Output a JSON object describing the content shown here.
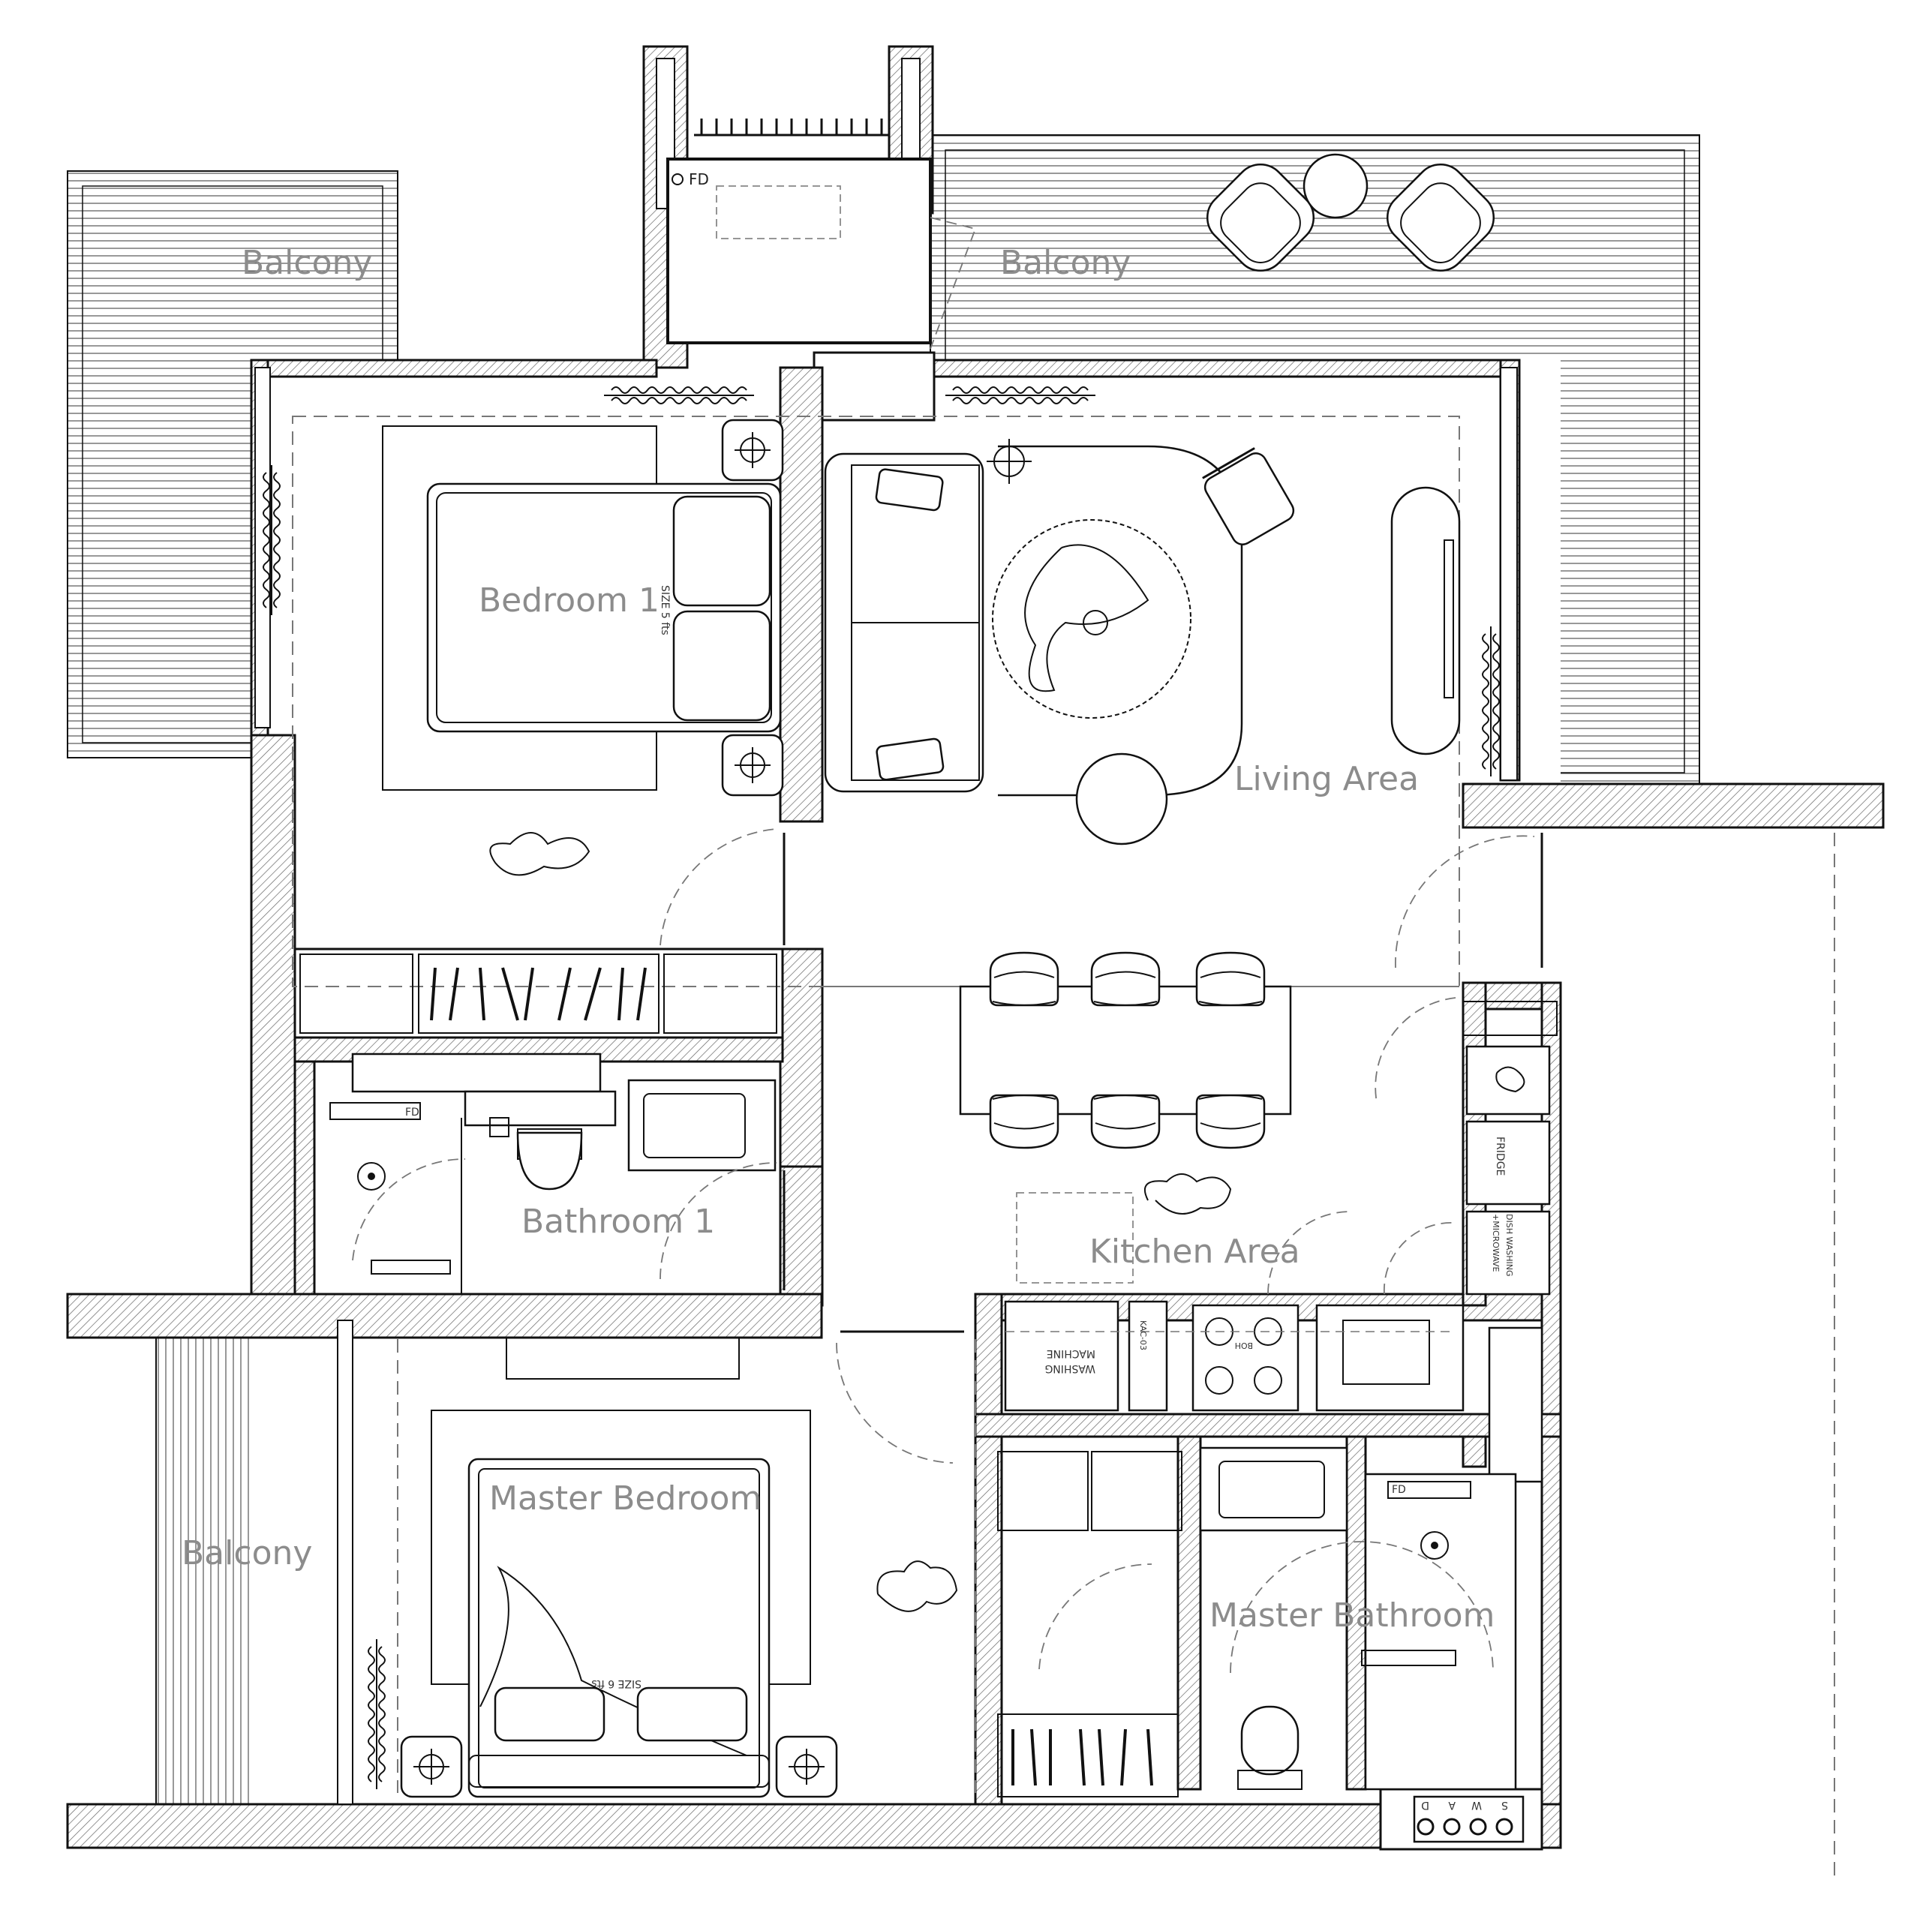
{
  "plan": {
    "rooms": {
      "balcony_west": "Balcony",
      "balcony_north": "Balcony",
      "balcony_master": "Balcony",
      "bedroom1": "Bedroom 1",
      "living": "Living Area",
      "bathroom1": "Bathroom 1",
      "kitchen": "Kitchen Area",
      "master_bedroom": "Master Bedroom",
      "master_bathroom": "Master Bathroom"
    },
    "annotations": {
      "floor_drain": "FD",
      "bed1_size": "SIZE 5 fts",
      "master_bed_size": "SIZE 6 fts",
      "fridge": "FRIDGE",
      "dishwashing_1": "DISH WASHING",
      "dishwashing_2": "+MICROWAVE",
      "washing_1": "WASHING",
      "washing_2": "MACHINE",
      "hob": "BOH",
      "kitchen_code": "KAC-03",
      "meter_letters": [
        "S",
        "W",
        "A",
        "D"
      ]
    }
  }
}
